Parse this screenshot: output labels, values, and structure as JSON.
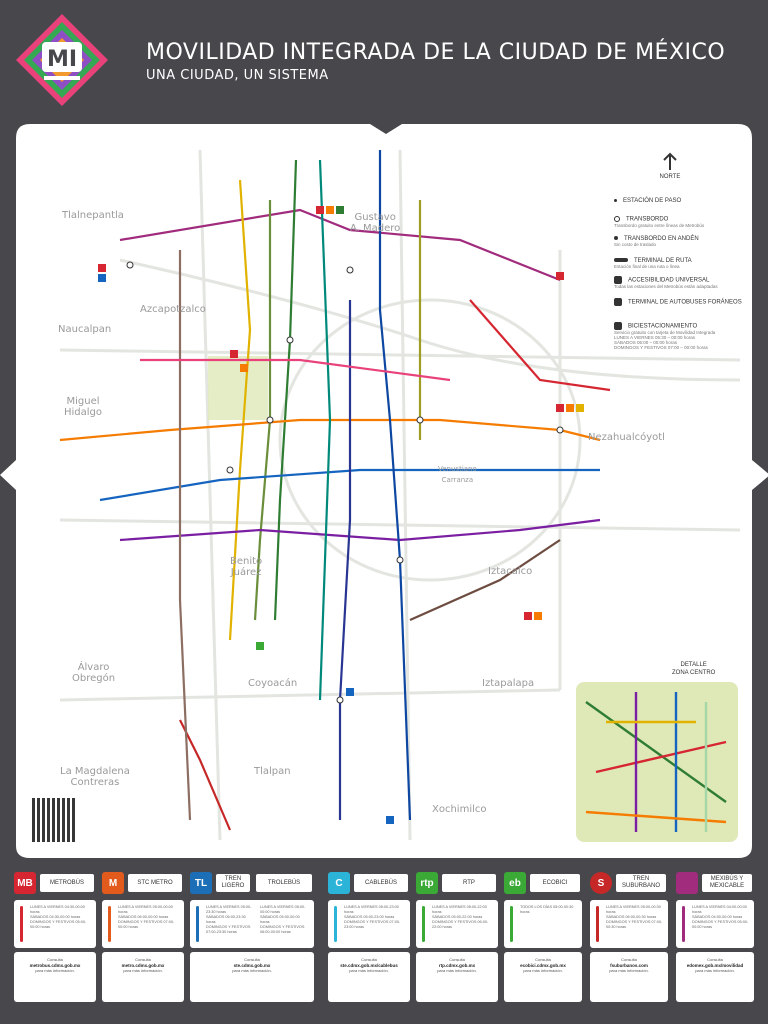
{
  "header": {
    "title": "MOVILIDAD INTEGRADA DE LA CIUDAD DE MÉXICO",
    "subtitle": "UNA CIUDAD, UN SISTEMA",
    "logo_text": "MI"
  },
  "map": {
    "north_label": "NORTE",
    "municipalities": [
      {
        "name": "Tlalnepantla"
      },
      {
        "name": "Gustavo\nA. Madero"
      },
      {
        "name": "Azcapotzalco"
      },
      {
        "name": "Naucalpan"
      },
      {
        "name": "Miguel\nHidalgo"
      },
      {
        "name": "Nezahualcóyotl"
      },
      {
        "name": "Venustiano\nCarranza"
      },
      {
        "name": "Benito\nJuárez"
      },
      {
        "name": "Iztacalco"
      },
      {
        "name": "Álvaro\nObregón"
      },
      {
        "name": "Coyoacán"
      },
      {
        "name": "Iztapalapa"
      },
      {
        "name": "La Magdalena\nContreras"
      },
      {
        "name": "Tlalpan"
      },
      {
        "name": "Xochimilco"
      }
    ],
    "legend": [
      {
        "label": "ESTACIÓN DE PASO",
        "sub": ""
      },
      {
        "label": "TRANSBORDO",
        "sub": "Transbordo gratuito entre líneas de Metrobús"
      },
      {
        "label": "TRANSBORDO EN ANDÉN",
        "sub": "Sin costo de traslado"
      },
      {
        "label": "TERMINAL DE RUTA",
        "sub": "Estación final de una ruta o línea"
      },
      {
        "label": "ACCESIBILIDAD UNIVERSAL",
        "sub": "Todas las estaciones del Metrobús están adaptadas"
      },
      {
        "label": "TERMINAL DE AUTOBUSES FORÁNEOS",
        "sub": ""
      },
      {
        "label": "BICIESTACIONAMIENTO",
        "sub": "Servicio gratuito con tarjeta de Movilidad Integrada"
      }
    ],
    "bici_schedule": [
      "LUNES A VIERNES 05:30 – 00:00 horas",
      "SÁBADOS 06:00 – 00:00 horas",
      "DOMINGOS Y FESTIVOS 07:00 – 00:00 horas"
    ],
    "detail_label": "DETALLE\nZONA CENTRO"
  },
  "systems": [
    {
      "name": "METROBÚS",
      "badge": "MB",
      "color": "#d62631",
      "schedule": [
        "LUNES A VIERNES 04:30-00:00 horas",
        "SÁBADOS 04:30-00:00 horas",
        "DOMINGOS Y FESTIVOS 05:00-00:00 horas"
      ],
      "foot_title": "Consulta",
      "foot_url": "metrobus.cdmx.gob.mx",
      "foot_text": "para más información."
    },
    {
      "name": "STC METRO",
      "badge": "M",
      "color": "#e25a1c",
      "schedule": [
        "LUNES A VIERNES 05:00-00:00 horas",
        "SÁBADOS 06:00-00:00 horas",
        "DOMINGOS Y FESTIVOS 07:00-00:00 horas"
      ],
      "foot_title": "Consulta",
      "foot_url": "metro.cdmx.gob.mx",
      "foot_text": "para más información."
    },
    {
      "name": "TREN LIGERO",
      "badge": "TL",
      "color": "#1c6fb6",
      "schedule": [
        "LUNES A VIERNES 05:00-23:30 horas",
        "SÁBADOS 06:00-23:30 horas",
        "DOMINGOS Y FESTIVOS 07:00-23:30 horas"
      ],
      "foot_title": "Consulta",
      "foot_url": "ste.cdmx.gob.mx",
      "foot_text": "para más información."
    },
    {
      "name": "TROLEBÚS",
      "badge": "",
      "color": "#1c6fb6",
      "schedule": [
        "LUNES A VIERNES 05:00-00:00 horas",
        "SÁBADOS 05:00-00:00 horas",
        "DOMINGOS Y FESTIVOS 06:00-00:00 horas"
      ],
      "foot_title": "",
      "foot_url": "",
      "foot_text": ""
    },
    {
      "name": "CABLEBÚS",
      "badge": "C",
      "color": "#2cb4d8",
      "schedule": [
        "LUNES A VIERNES 05:00-23:00 horas",
        "SÁBADOS 05:00-23:00 horas",
        "DOMINGOS Y FESTIVOS 07:00-23:00 horas"
      ],
      "foot_title": "Consulta",
      "foot_url": "ste.cdmx.gob.mx/cablebus",
      "foot_text": "para más información."
    },
    {
      "name": "RTP",
      "badge": "rtp",
      "color": "#3aa935",
      "schedule": [
        "LUNES A VIERNES 05:00-22:00 horas",
        "SÁBADOS 05:00-22:00 horas",
        "DOMINGOS Y FESTIVOS 06:00-22:00 horas"
      ],
      "foot_title": "Consulta",
      "foot_url": "rtp.cdmx.gob.mx",
      "foot_text": "para más información."
    },
    {
      "name": "ECOBICI",
      "badge": "eb",
      "color": "#3aa935",
      "schedule": [
        "TODOS LOS DÍAS 05:00-00:30 horas"
      ],
      "foot_title": "Consulta",
      "foot_url": "ecobici.cdmx.gob.mx",
      "foot_text": "para más información."
    },
    {
      "name": "TREN SUBURBANO",
      "badge": "S",
      "color": "#c62828",
      "schedule": [
        "LUNES A VIERNES 05:00-00:30 horas",
        "SÁBADOS 06:00-00:30 horas",
        "DOMINGOS Y FESTIVOS 07:00-00:30 horas"
      ],
      "foot_title": "Consulta",
      "foot_url": "fsuburbanos.com",
      "foot_text": "para más información."
    },
    {
      "name": "MEXIBÚS Y MEXICABLE",
      "badge": "",
      "color": "#a12b7d",
      "schedule": [
        "LUNES A VIERNES 04:00-00:00 horas",
        "SÁBADOS 04:00-00:00 horas",
        "DOMINGOS Y FESTIVOS 05:00-00:00 horas"
      ],
      "foot_title": "Consulta",
      "foot_url": "edomex.gob.mx/movilidad",
      "foot_text": "para más información."
    }
  ]
}
